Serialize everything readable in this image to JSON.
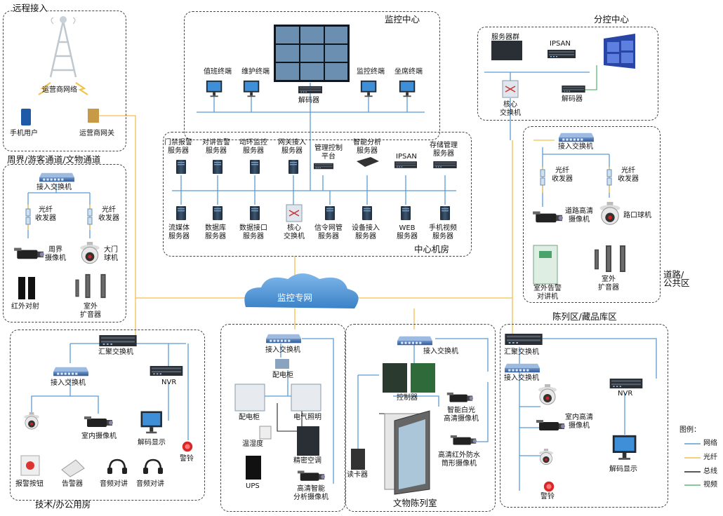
{
  "regions": {
    "remote": "远程接入",
    "perimeter": "周界/游客通道/文物通道",
    "monitor_center": "监控中心",
    "center_room": "中心机房",
    "sub_control": "分控中心",
    "road": "道路/\n公共区",
    "exhibit": "陈列区/藏品库区",
    "relic_room": "文物陈列室",
    "tech_office": "技术/办公用房",
    "private_net": "监控专网"
  },
  "remote": {
    "carrier_net": "运营商网络",
    "mobile_user": "手机用户",
    "carrier_gw": "运营商网关"
  },
  "monitor": {
    "duty": "值班终端",
    "maint": "维护终端",
    "decoder": "解码器",
    "monitor_term": "监控终端",
    "seat_term": "坐席终端"
  },
  "center": {
    "servers_top": [
      "门禁报警\n服务器",
      "对讲告警\n服务器",
      "动环监控\n服务器",
      "网关接入\n服务器",
      "管理控制\n平台",
      "智能分析\n服务器",
      "IPSAN",
      "存储管理\n服务器"
    ],
    "servers_bottom": [
      "流媒体\n服务器",
      "数据库\n服务器",
      "数据接口\n服务器",
      "核心\n交换机",
      "信令网管\n服务器",
      "设备接入\n服务器",
      "WEB\n服务器",
      "手机视频\n服务器"
    ]
  },
  "sub": {
    "server_group": "服务器群",
    "ipsan": "IPSAN",
    "core_switch": "核心\n交换机",
    "decoder": "解码器"
  },
  "perimeter": {
    "access_switch": "接入交换机",
    "fiber1": "光纤\n收发器",
    "fiber2": "光纤\n收发器",
    "camera": "周界\n摄像机",
    "dome": "大门\n球机",
    "ir": "红外对射",
    "speaker": "室外\n扩音器"
  },
  "road": {
    "access_switch": "接入交换机",
    "fiber1": "光纤\n收发器",
    "fiber2": "光纤\n收发器",
    "hd_cam": "道路高清\n摄像机",
    "dome": "路口球机",
    "intercom": "室外告警\n对讲机",
    "speaker": "室外\n扩音器"
  },
  "tech": {
    "agg_switch": "汇聚交换机",
    "access_switch": "接入交换机",
    "nvr": "NVR",
    "indoor_cam": "室内摄像机",
    "decode_display": "解码显示",
    "bell": "警铃",
    "alarm_btn": "报警按钮",
    "alarm_dev": "告警器",
    "audio1": "音频对讲",
    "audio2": "音频对讲"
  },
  "power": {
    "access_switch": "接入交换机",
    "dist_cab_top": "配电柜",
    "dist_cab": "配电柜",
    "lighting": "电气照明",
    "temp_hum": "温湿度",
    "precision_ac": "精密空调",
    "ups": "UPS",
    "smart_cam": "高清智能\n分析摄像机"
  },
  "relic": {
    "access_switch": "接入交换机",
    "controller": "控制器",
    "white_light_cam": "智能白光\n高清摄像机",
    "ir_cam": "高清红外防水\n筒形摄像机",
    "card_reader": "读卡器"
  },
  "exhibit": {
    "agg_switch": "汇聚交换机",
    "access_switch": "接入交换机",
    "nvr": "NVR",
    "indoor_hd": "室内高清\n摄像机",
    "decode_display": "解码显示",
    "bell": "警铃"
  },
  "legend": {
    "title": "图例：",
    "items": [
      {
        "label": "网络",
        "color": "#5b9bd5"
      },
      {
        "label": "光纤",
        "color": "#f2c14e"
      },
      {
        "label": "总线",
        "color": "#222222"
      },
      {
        "label": "视频",
        "color": "#5fb878"
      }
    ]
  }
}
